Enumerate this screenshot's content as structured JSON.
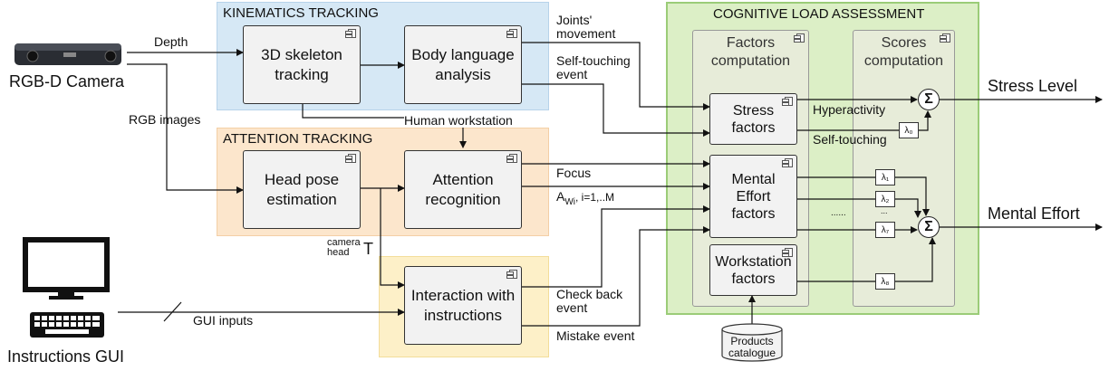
{
  "regions": {
    "kinematics": "KINEMATICS TRACKING",
    "attention": "ATTENTION TRACKING",
    "cognitive": "COGNITIVE LOAD ASSESSMENT"
  },
  "columns": {
    "factors": "Factors\ncomputation",
    "scores": "Scores\ncomputation"
  },
  "boxes": {
    "skeleton": "3D skeleton\ntracking",
    "body_language": "Body language\nanalysis",
    "head_pose": "Head pose\nestimation",
    "attention_recognition": "Attention\nrecognition",
    "interaction": "Interaction with\ninstructions",
    "stress_factors": "Stress\nfactors",
    "mental_effort_factors": "Mental\nEffort\nfactors",
    "workstation_factors": "Workstation\nfactors"
  },
  "devices": {
    "camera": "RGB-D Camera",
    "gui": "Instructions GUI",
    "catalogue": "Products\ncatalogue"
  },
  "labels": {
    "depth": "Depth",
    "rgb_images": "RGB images",
    "joints_movement": "Joints'\nmovement",
    "self_touching_event": "Self-touching\nevent",
    "human_workstation": "Human workstation",
    "hyperactivity": "Hyperactivity",
    "self_touching": "Self-touching",
    "focus": "Focus",
    "a_wi": "A",
    "a_wi_sub": "Wi",
    "a_wi_rest": ", i=1,..M",
    "camera_head_top": "camera",
    "camera_head_bottom": "head",
    "camera_head_T": "T",
    "gui_inputs": "GUI inputs",
    "check_back": "Check back\nevent",
    "mistake": "Mistake event",
    "dots_small": "...",
    "dots": "......"
  },
  "lambdas": {
    "l0": "λ₀",
    "l1": "λ₁",
    "l2": "λ₂",
    "l7": "λ₇",
    "l8": "λ₈"
  },
  "sum_symbol": "Σ",
  "outputs": {
    "stress": "Stress Level",
    "mental": "Mental Effort"
  },
  "colors": {
    "kinematics_bg": "#d6e8f5",
    "attention_bg": "#fce6cc",
    "interaction_bg": "#fdf0c8",
    "cognitive_bg": "#dcefc6",
    "cognitive_border": "#9bcc78"
  }
}
